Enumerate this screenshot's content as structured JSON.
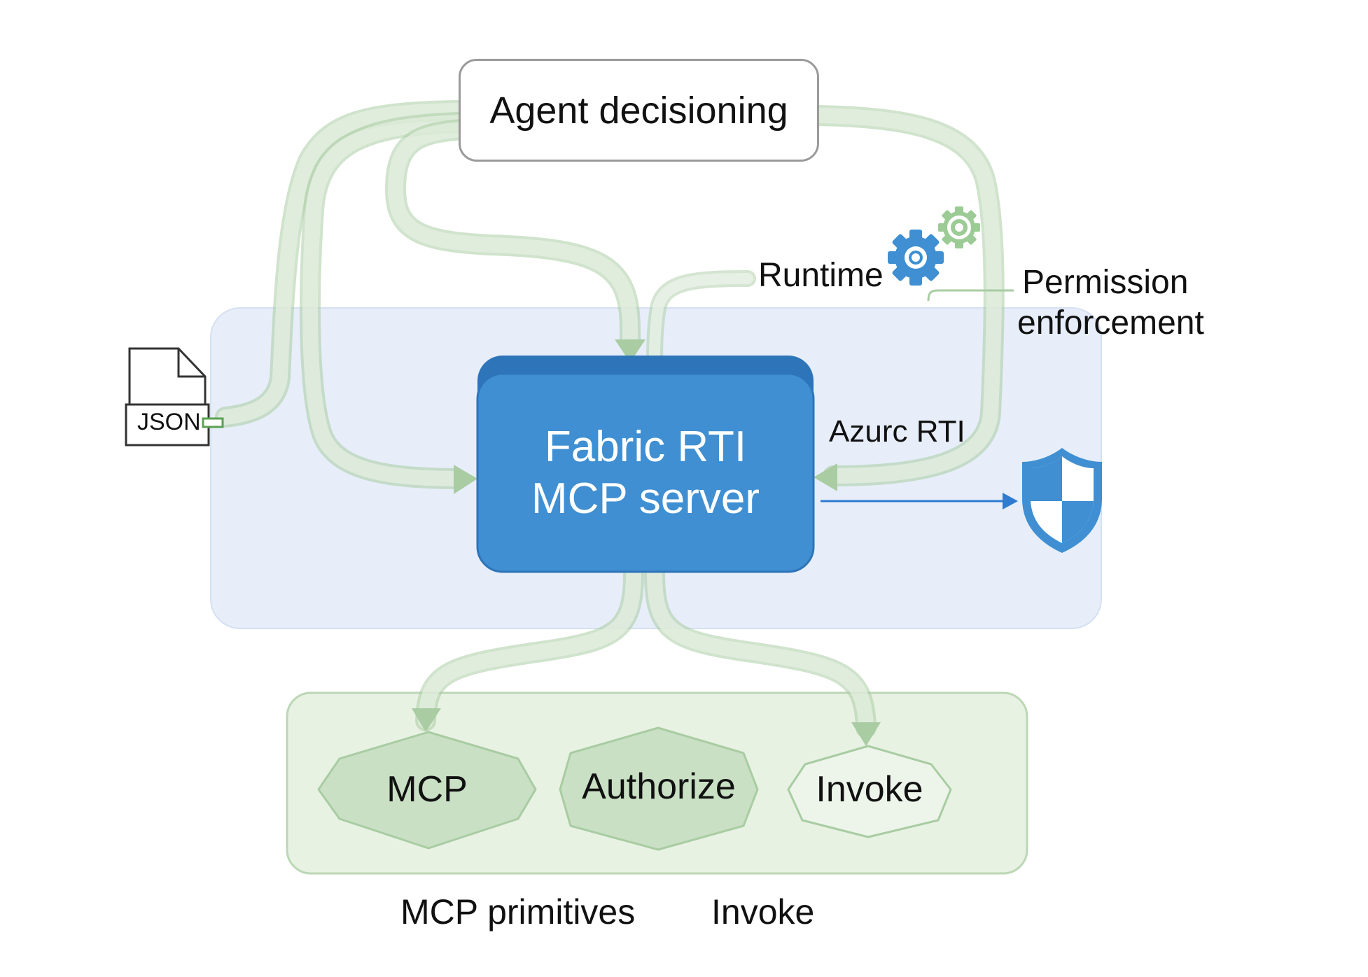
{
  "nodes": {
    "agent": "Agent decisioning",
    "server_line1": "Fabric RTI",
    "server_line2": "MCP server",
    "runtime": "Runtime",
    "permission_line1": "Permission",
    "permission_line2": "enforcement",
    "azure_rti": "Azurc RTI",
    "json_file": "JSON",
    "mcp": "MCP",
    "authorize": "Authorize",
    "invoke": "Invoke"
  },
  "footer": {
    "primitives": "MCP primitives",
    "invoke": "Invoke"
  },
  "icons": [
    "gear-icon",
    "shield-icon",
    "json-file-icon"
  ],
  "colors": {
    "server_fill": "#3f8fd2",
    "server_dark": "#2e74b8",
    "panel_blue": "#e7eef9",
    "panel_green": "#e8f2e3",
    "flow_green": "#a9cca3",
    "shape_green": "#c9e0c4",
    "gear_blue": "#3f8fd2",
    "gear_green": "#9ccb95",
    "shield_blue": "#3f8fd2",
    "arrow_blue": "#2e7bd0"
  }
}
